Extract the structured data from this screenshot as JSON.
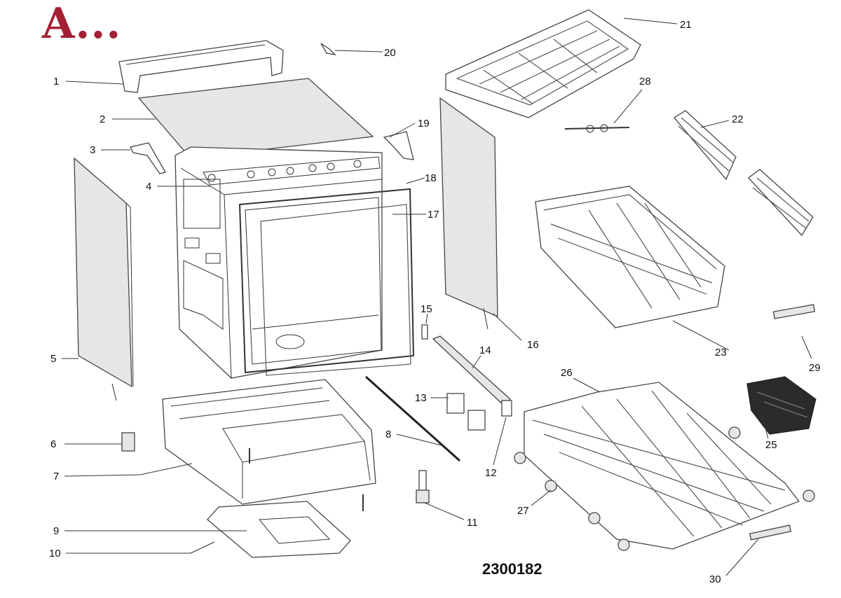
{
  "brand_text": "A...",
  "diagram_code": "2300182",
  "colors": {
    "brand": "#a31f34",
    "line": "#444444",
    "panel_fill": "#e6e6e6"
  },
  "part_labels": [
    "1",
    "2",
    "3",
    "4",
    "5",
    "6",
    "7",
    "8",
    "9",
    "10",
    "11",
    "12",
    "13",
    "14",
    "15",
    "16",
    "17",
    "18",
    "19",
    "20",
    "21",
    "22",
    "23",
    "25",
    "26",
    "27",
    "28",
    "29",
    "30"
  ]
}
